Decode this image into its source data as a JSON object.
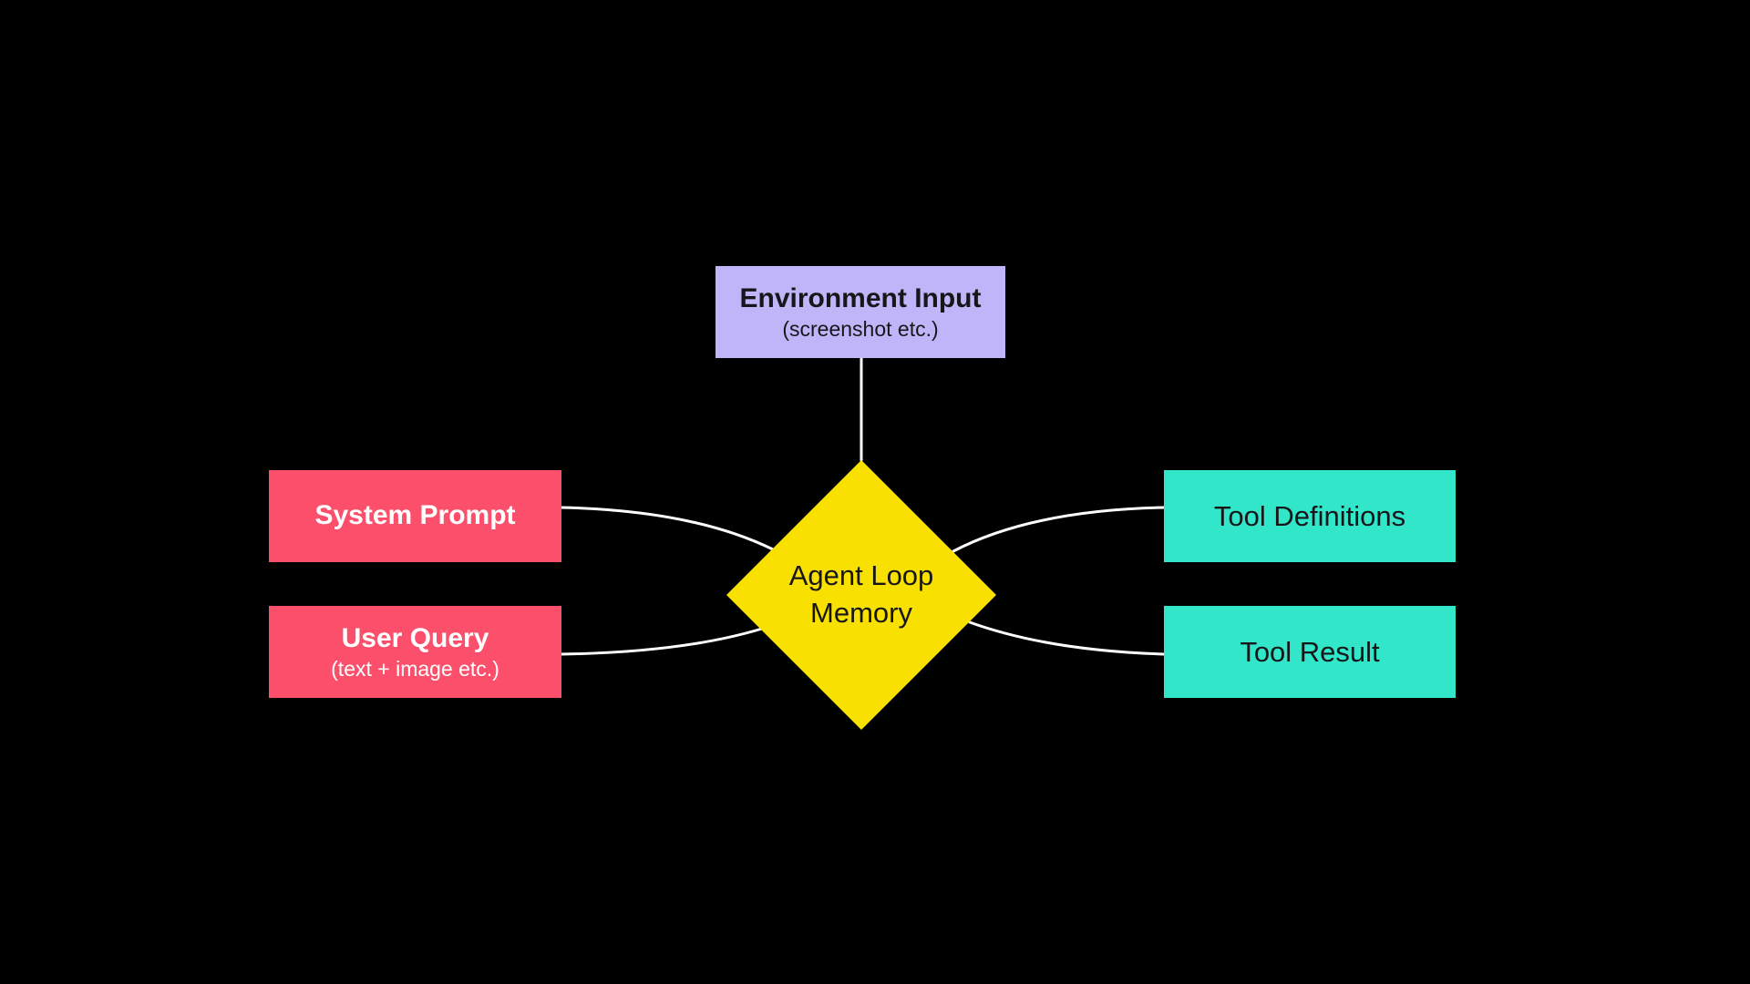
{
  "diagram": {
    "background": "#000000",
    "colors": {
      "purple": "#C1B5F9",
      "pink": "#FC4F6B",
      "teal": "#31E6C9",
      "yellow": "#F8E000",
      "connector": "#FFFFFF",
      "dark_text": "#17171A",
      "light_text": "#FFFFFF"
    },
    "nodes": {
      "environment_input": {
        "title": "Environment Input",
        "subtitle": "(screenshot etc.)"
      },
      "system_prompt": {
        "title": "System Prompt"
      },
      "user_query": {
        "title": "User Query",
        "subtitle": "(text + image etc.)"
      },
      "tool_definitions": {
        "title": "Tool Definitions"
      },
      "tool_result": {
        "title": "Tool Result"
      },
      "agent_loop_memory": {
        "title": "Agent Loop\nMemory"
      }
    }
  }
}
